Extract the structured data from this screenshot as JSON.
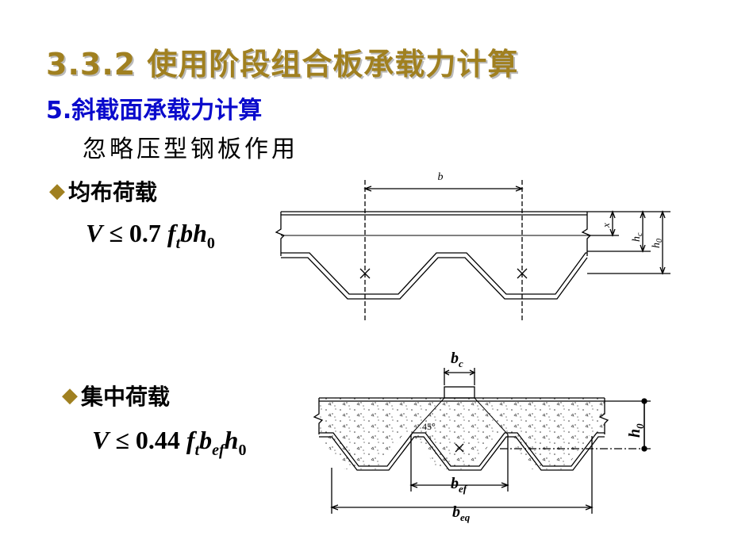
{
  "slide": {
    "title": "3.3.2 使用阶段组合板承载力计算",
    "subtitle": "5.斜截面承载力计算",
    "note": "忽略压型钢板作用"
  },
  "sections": [
    {
      "label": "均布荷载",
      "formula": {
        "lhs": "V",
        "op": "≤",
        "coef": "0.7",
        "f": "f",
        "f_sub": "t",
        "b": "b",
        "b_sub": "",
        "h": "h",
        "h_sub": "0"
      }
    },
    {
      "label": "集中荷载",
      "formula": {
        "lhs": "V",
        "op": "≤",
        "coef": "0.44",
        "f": "f",
        "f_sub": "t",
        "b": "b",
        "b_sub": "ef",
        "h": "h",
        "h_sub": "0"
      }
    }
  ],
  "figures": {
    "fig1": {
      "b": "b",
      "x": "x",
      "hc": "h",
      "hc_sub": "c",
      "h0": "h",
      "h0_sub": "0"
    },
    "fig2": {
      "bc": "b",
      "bc_sub": "c",
      "angle": "45°",
      "h0": "h",
      "h0_sub": "0",
      "bef": "b",
      "bef_sub": "ef",
      "beq": "b",
      "beq_sub": "eq"
    }
  },
  "colors": {
    "title": "#a08020",
    "subtitle": "#0a0acc",
    "bullet": "#a08020"
  }
}
